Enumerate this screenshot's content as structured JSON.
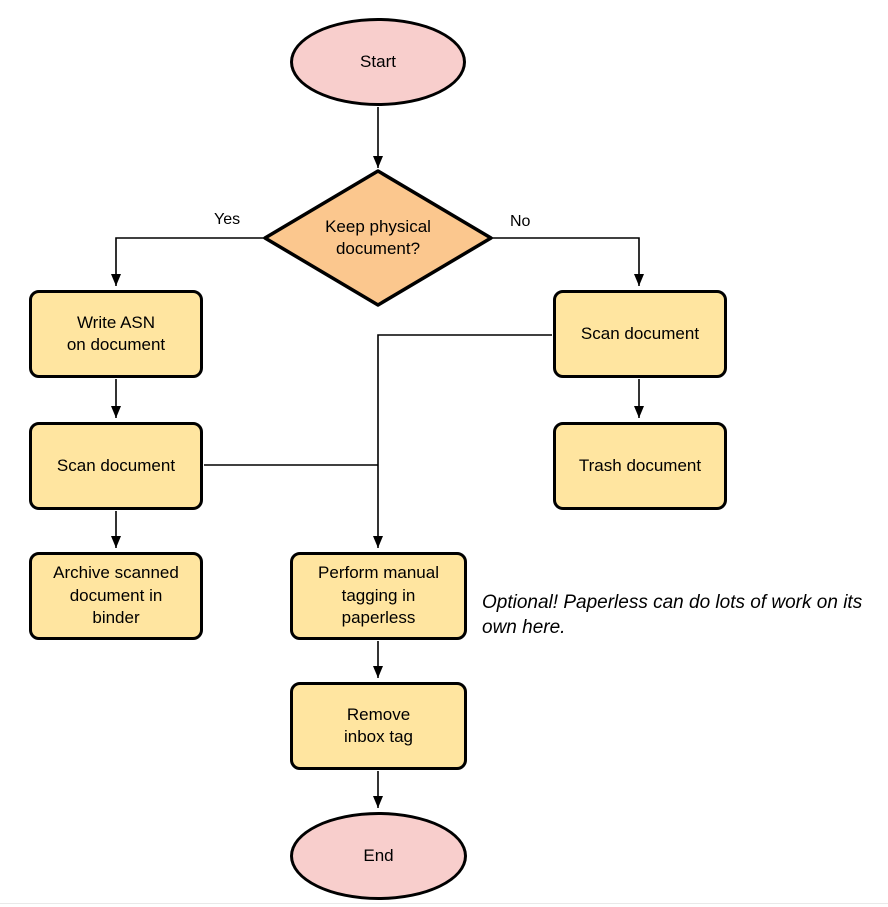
{
  "palette": {
    "terminal_fill": "#f8cecc",
    "decision_fill": "#fbc78e",
    "process_fill": "#ffe5a0",
    "stroke": "#000000",
    "background": "#ffffff"
  },
  "nodes": {
    "start": {
      "type": "terminal",
      "label": "Start"
    },
    "decision": {
      "type": "decision",
      "label": "Keep physical\ndocument?"
    },
    "write_asn": {
      "type": "process",
      "label": "Write ASN\non document"
    },
    "scan_left": {
      "type": "process",
      "label": "Scan document"
    },
    "archive": {
      "type": "process",
      "label": "Archive scanned\ndocument in\nbinder"
    },
    "scan_right": {
      "type": "process",
      "label": "Scan document"
    },
    "trash": {
      "type": "process",
      "label": "Trash document"
    },
    "tagging": {
      "type": "process",
      "label": "Perform manual\ntagging in\npaperless"
    },
    "remove_inbox": {
      "type": "process",
      "label": "Remove\ninbox tag"
    },
    "end": {
      "type": "terminal",
      "label": "End"
    }
  },
  "edge_labels": {
    "yes": "Yes",
    "no": "No"
  },
  "annotation": {
    "text": "Optional! Paperless can do lots of work on its own here."
  }
}
